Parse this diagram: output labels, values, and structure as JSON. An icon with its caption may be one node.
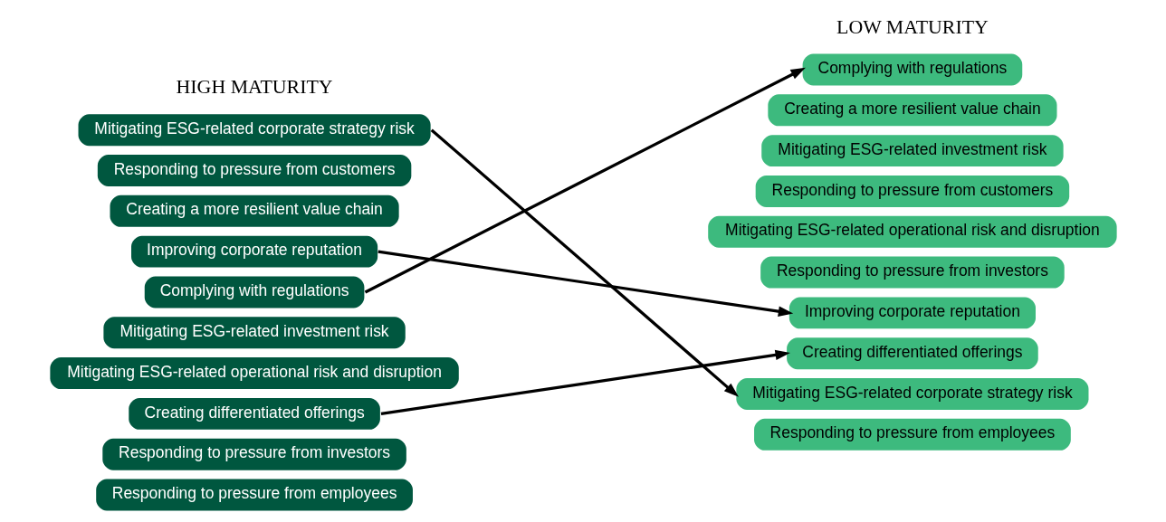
{
  "diagram": {
    "nodes": [
      {
        "text": [
          "Mitigating ESG-related corporate strategy risk"
        ]
      },
      {
        "text": [
          "Responding to pressure from customers"
        ]
      },
      {
        "text": [
          "Creating a more resilient value chain"
        ]
      },
      {
        "text": [
          "Improving corporate reputation"
        ]
      },
      {
        "text": [
          "Complying with regulations"
        ]
      },
      {
        "text": [
          "Mitigating ESG-related investment risk"
        ]
      },
      {
        "text": [
          "Mitigating ESG-related operational risk and disruption"
        ]
      },
      {
        "text": [
          "Creating differentiated offerings"
        ]
      },
      {
        "text": [
          "Responding to pressure from investors"
        ]
      },
      {
        "text": [
          "Responding to pressure from employees"
        ]
      },
      {
        "text": [
          "Complying with regulations"
        ]
      },
      {
        "text": [
          "Creating a more resilient value chain"
        ]
      },
      {
        "text": [
          "Mitigating ESG-related investment risk"
        ]
      },
      {
        "text": [
          "Responding to pressure from customers"
        ]
      },
      {
        "text": [
          "Mitigating ESG-related operational risk and disruption"
        ]
      },
      {
        "text": [
          "Responding to pressure from investors"
        ]
      },
      {
        "text": [
          "Improving corporate reputation"
        ]
      },
      {
        "text": [
          "Creating differentiated offerings"
        ]
      },
      {
        "text": [
          "Mitigating ESG-related corporate strategy risk"
        ]
      },
      {
        "text": [
          "Responding to pressure from employees"
        ]
      }
    ],
    "edges": [
      {
        "from": 0,
        "to": 18,
        "arrow": "to"
      },
      {
        "from": 4,
        "to": 10,
        "arrow": "to"
      },
      {
        "from": 3,
        "to": 16,
        "arrow": "to"
      },
      {
        "from": 7,
        "to": 17,
        "arrow": "to"
      }
    ],
    "labels": [
      "HIGH MATURITY",
      "LOW MATURITY"
    ]
  }
}
